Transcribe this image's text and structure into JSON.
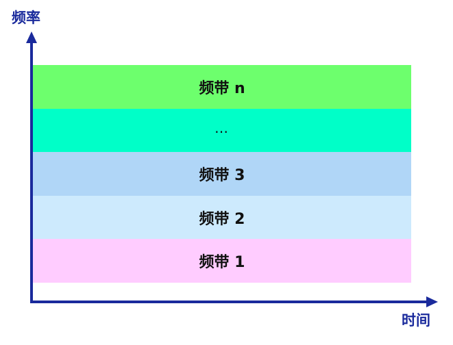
{
  "axes": {
    "y_label": "频率",
    "x_label": "时间",
    "color": "#1a2a9c"
  },
  "bands": [
    {
      "label": "频带 n",
      "color": "#6dff6d"
    },
    {
      "label": "…",
      "color": "#00ffc8"
    },
    {
      "label": "频带 3",
      "color": "#b0d6f7"
    },
    {
      "label": "频带 2",
      "color": "#cdeafd"
    },
    {
      "label": "频带 1",
      "color": "#ffccff"
    }
  ]
}
